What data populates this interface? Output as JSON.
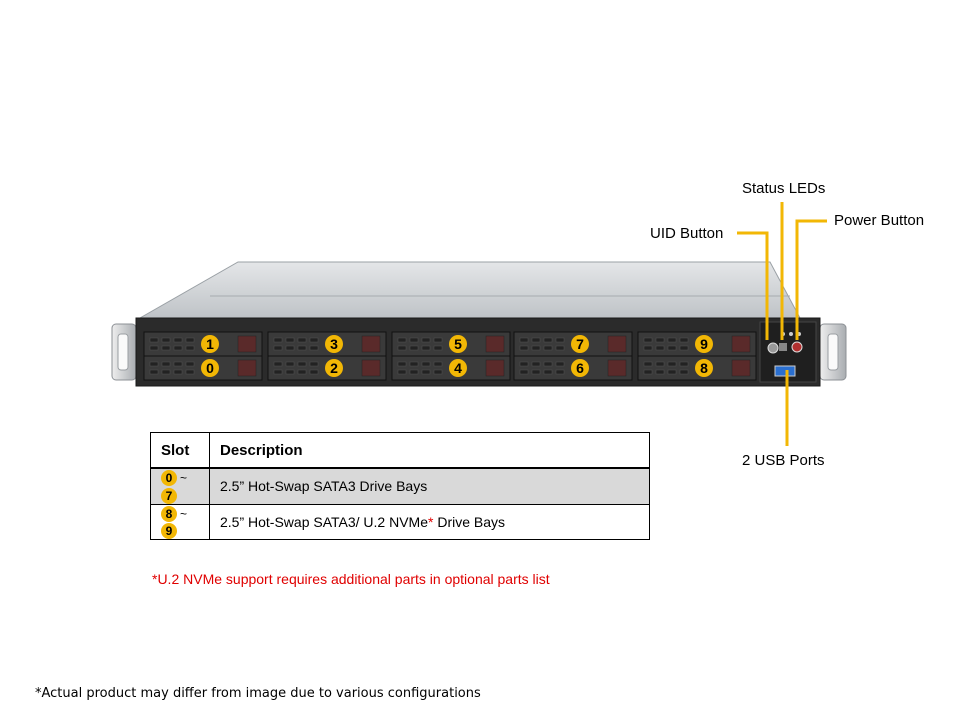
{
  "callouts": {
    "status_leds": "Status LEDs",
    "power_button": "Power Button",
    "uid_button": "UID Button",
    "usb_ports": "2 USB Ports"
  },
  "drive_bays": {
    "top_row": [
      "1",
      "3",
      "5",
      "7",
      "9"
    ],
    "bottom_row": [
      "0",
      "2",
      "4",
      "6",
      "8"
    ]
  },
  "table": {
    "headers": [
      "Slot",
      "Description"
    ],
    "rows": [
      {
        "slot_start": "0",
        "sep": "~",
        "slot_end": "7",
        "desc": "2.5” Hot-Swap SATA3 Drive Bays",
        "desc_star": "",
        "desc_tail": ""
      },
      {
        "slot_start": "8",
        "sep": "~",
        "slot_end": "9",
        "desc": "2.5” Hot-Swap SATA3/ U.2 NVMe",
        "desc_star": "*",
        "desc_tail": " Drive Bays"
      }
    ]
  },
  "note": "*U.2 NVMe  support requires additional parts in optional parts list",
  "footer": "*Actual product may differ from image due to various configurations",
  "colors": {
    "badge": "#f2b705",
    "callout_line": "#f2b705",
    "note": "#e00000"
  }
}
